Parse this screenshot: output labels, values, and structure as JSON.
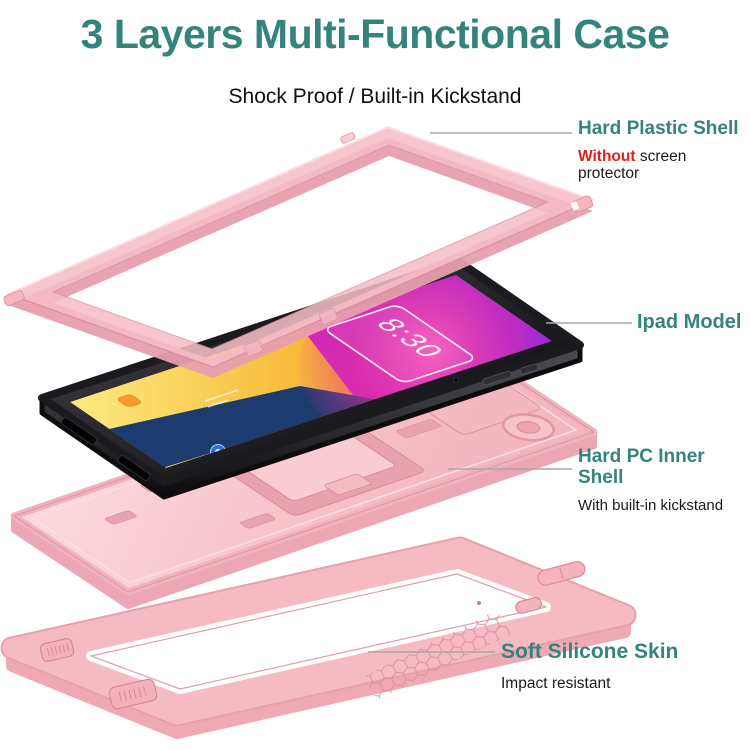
{
  "header": {
    "title": "3 Layers Multi-Functional Case",
    "subtitle": "Shock Proof / Built-in Kickstand"
  },
  "annotations": [
    {
      "id": "hard-plastic-shell",
      "label": "Hard Plastic Shell",
      "note_em": "Without",
      "note_rest": " screen protector"
    },
    {
      "id": "ipad-model",
      "label": "Ipad Model"
    },
    {
      "id": "hard-pc-inner-shell",
      "label": "Hard PC Inner Shell",
      "note": "With built-in kickstand"
    },
    {
      "id": "soft-silicone-skin",
      "label": "Soft Silicone Skin",
      "note": "Impact resistant"
    }
  ],
  "illustration": {
    "clock_time": "8:30"
  },
  "colors": {
    "accent_teal": "#35847C",
    "warning_red": "#E02019",
    "case_pink": "#F6BAC2",
    "leader_gray": "#A6A6A6"
  }
}
